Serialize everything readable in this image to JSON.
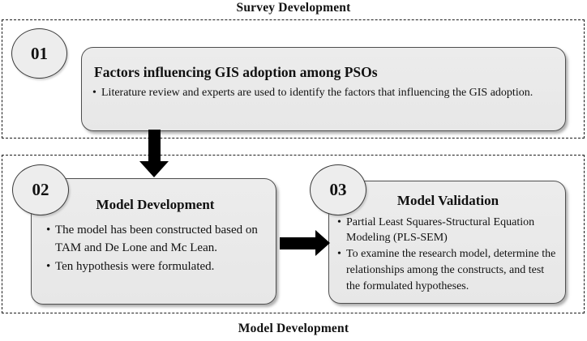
{
  "diagram": {
    "top_caption": "Survey Development",
    "bottom_caption": "Model Development",
    "steps": [
      {
        "number": "01",
        "title": "Factors influencing GIS adoption among PSOs",
        "bullets": [
          "Literature review and experts are used to identify the factors that influencing the GIS adoption."
        ]
      },
      {
        "number": "02",
        "title": "Model Development",
        "bullets": [
          "The model has been constructed based on TAM and De Lone and Mc Lean.",
          "Ten hypothesis were formulated."
        ]
      },
      {
        "number": "03",
        "title": "Model Validation",
        "bullets": [
          "Partial Least Squares-Structural Equation Modeling (PLS-SEM)",
          "To examine the research model, determine the relationships among the constructs, and test the formulated hypotheses."
        ]
      }
    ],
    "colors": {
      "panel_fill": "#e9e9e9",
      "panel_border": "#4e4e4e",
      "dashed_border": "#1c1c1c",
      "arrow": "#000000",
      "text": "#111111"
    }
  }
}
